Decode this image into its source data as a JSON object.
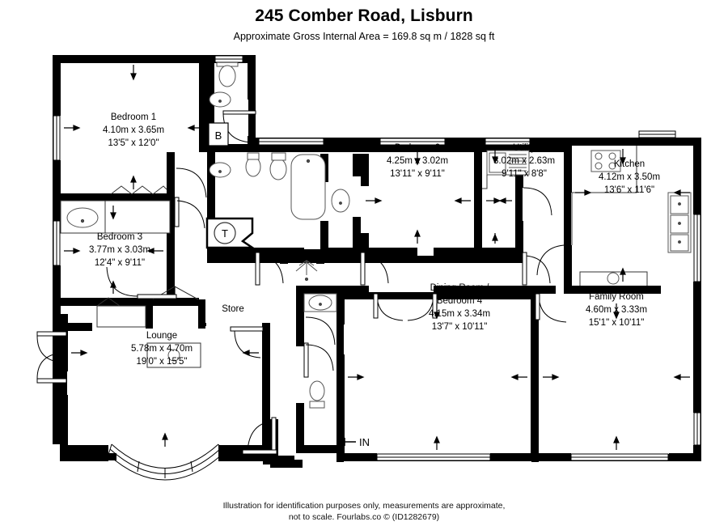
{
  "header": {
    "title": "245 Comber Road, Lisburn",
    "subtitle": "Approximate Gross Internal Area = 169.8 sq m / 1828 sq ft"
  },
  "footer": {
    "line1": "Illustration for identification purposes only, measurements are approximate,",
    "line2": "not to scale. Fourlabs.co © (ID1282679)"
  },
  "plan": {
    "type": "floor-plan",
    "entrance_label": "IN",
    "markers": [
      {
        "id": "boiler",
        "label": "B"
      },
      {
        "id": "tank",
        "label": "T"
      }
    ],
    "rooms": [
      {
        "id": "bedroom-1",
        "name": "Bedroom 1",
        "metric": "4.10m x 3.65m",
        "imperial": "13'5\" x 12'0\""
      },
      {
        "id": "bedroom-3",
        "name": "Bedroom 3",
        "metric": "3.77m x 3.03m",
        "imperial": "12'4\" x 9'11\""
      },
      {
        "id": "bedroom-2",
        "name": "Bedroom 2",
        "metric": "4.25m x 3.02m",
        "imperial": "13'11\" x 9'11\""
      },
      {
        "id": "utility",
        "name": "Utility",
        "metric": "3.02m x 2.63m",
        "imperial": "9'11\" x 8'8\""
      },
      {
        "id": "kitchen",
        "name": "Kitchen",
        "metric": "4.12m x 3.50m",
        "imperial": "13'6\" x 11'6\""
      },
      {
        "id": "family-room",
        "name": "Family Room",
        "metric": "4.60m x 3.33m",
        "imperial": "15'1\" x 10'11\""
      },
      {
        "id": "dining-room",
        "name": "Dining Room /",
        "name2": "Bedroom 4",
        "metric": "4.15m x 3.34m",
        "imperial": "13'7\" x 10'11\""
      },
      {
        "id": "lounge",
        "name": "Lounge",
        "metric": "5.78m x 4.70m",
        "imperial": "19'0\" x 15'5\""
      },
      {
        "id": "store",
        "name": "Store",
        "metric": "",
        "imperial": ""
      }
    ]
  },
  "colors": {
    "wall": "#000000",
    "fixture_stroke": "#555555",
    "background": "#ffffff"
  }
}
